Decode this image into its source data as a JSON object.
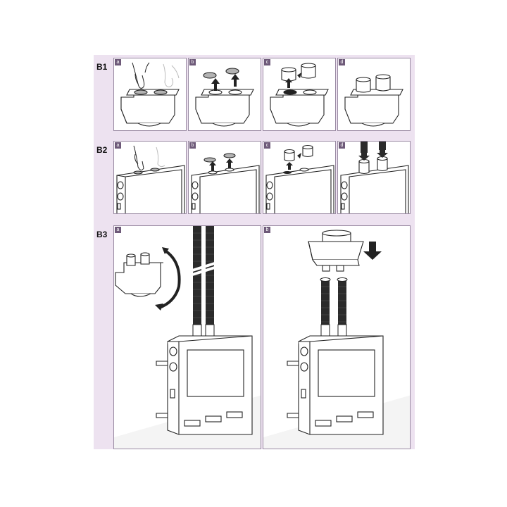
{
  "rows": [
    {
      "label": "B1",
      "panels": [
        "a",
        "b",
        "c",
        "d"
      ]
    },
    {
      "label": "B2",
      "panels": [
        "a",
        "b",
        "c",
        "d"
      ]
    },
    {
      "label": "B3",
      "panels": [
        "a",
        "b"
      ]
    }
  ],
  "colors": {
    "background": "#ede2f0",
    "panel_border": "#9a8aa3",
    "tag": "#6e5a79",
    "line": "#222222",
    "hose": "#2b2b2b",
    "seal": "#b3b3b3"
  }
}
